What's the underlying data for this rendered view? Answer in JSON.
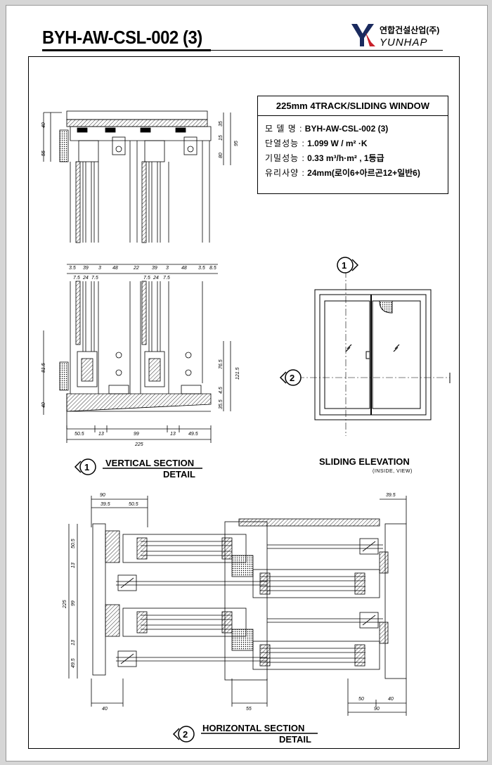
{
  "header": {
    "title": "BYH-AW-CSL-002 (3)",
    "company_ko": "연합건설산업(주)",
    "company_en": "YUNHAP"
  },
  "info": {
    "title": "225mm 4TRACK/SLIDING WINDOW",
    "rows": [
      {
        "key": "모 델 명 :",
        "value": " BYH-AW-CSL-002 (3)"
      },
      {
        "key": "단열성능 :",
        "value": " 1.099 W / m² ·K"
      },
      {
        "key": "기밀성능 :",
        "value": " 0.33 m³/h·m² , 1등급"
      },
      {
        "key": "유리사양 :",
        "value": " 24mm(로이6+아르곤12+일반6)"
      }
    ]
  },
  "vertical_section": {
    "marker": "1",
    "label_line1": "VERTICAL SECTION",
    "label_line2": "DETAIL",
    "top_dims": [
      "3.5",
      "39",
      "3",
      "48",
      "22",
      "39",
      "3",
      "48",
      "3.5",
      "8.5"
    ],
    "sub_dims": [
      "7.5",
      "24",
      "7.5",
      "7.5",
      "24",
      "7.5"
    ],
    "head_dims_left": [
      "40",
      "55"
    ],
    "head_dims_right": [
      "35",
      "15",
      "80",
      "95"
    ],
    "side_dims_left": [
      "81.5",
      "40"
    ],
    "side_dims_right": [
      "76.5",
      "121.5",
      "35.5",
      "4.5"
    ],
    "bottom_dims": [
      "50.5",
      "13",
      "99",
      "13",
      "49.5"
    ],
    "total": "225"
  },
  "elevation": {
    "label": "SLIDING ELEVATION",
    "sublabel": "(INSIDE, VIEW)",
    "marker1": "1",
    "marker2": "2"
  },
  "horizontal_section": {
    "marker": "2",
    "label_line1": "HORIZONTAL SECTION",
    "label_line2": "DETAIL",
    "top_dims": [
      "90",
      "39.5",
      "50.5",
      "39.5"
    ],
    "left_dims": [
      "50.5",
      "13",
      "99",
      "13",
      "49.5"
    ],
    "total": "225",
    "bottom_dims": [
      "40",
      "55",
      "50",
      "40",
      "90"
    ]
  }
}
